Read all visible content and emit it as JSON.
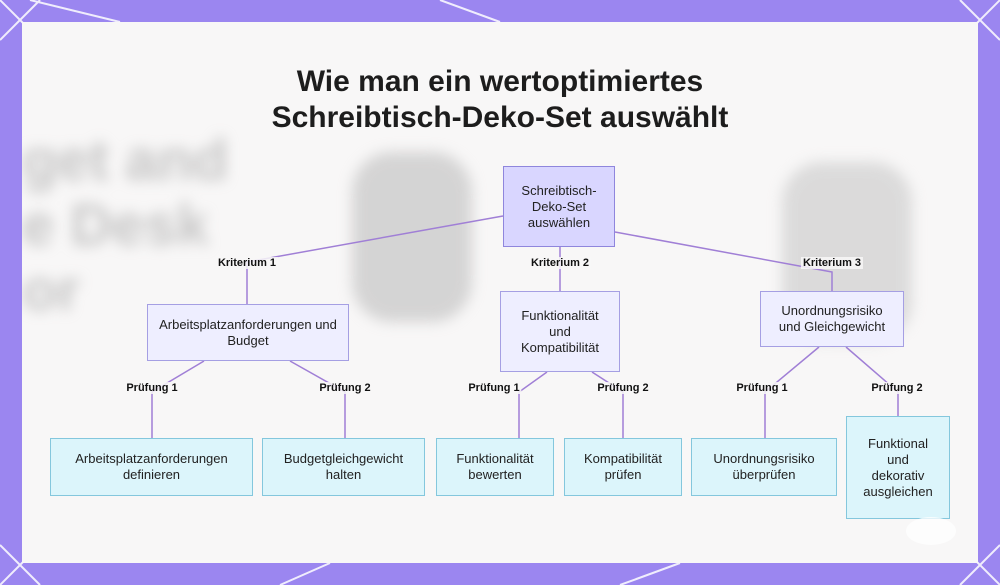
{
  "title": {
    "line1": "Wie man ein wertoptimiertes",
    "line2": "Schreibtisch-Deko-Set auswählt"
  },
  "colors": {
    "frame": "#9b86f0",
    "root_fill": "#d9d6ff",
    "mid_fill": "#eeeeff",
    "leaf_fill": "#dcf5fb",
    "edge": "#a07fd6"
  },
  "background_text": [
    "get and",
    "e Desk",
    "or"
  ],
  "diagram": {
    "root": "Schreibtisch-Deko-Set auswählen",
    "criteria": [
      {
        "edge_label": "Kriterium 1",
        "label": "Arbeitsplatzanforderungen und Budget",
        "checks": [
          {
            "edge_label": "Prüfung 1",
            "label": "Arbeitsplatzanforderungen definieren"
          },
          {
            "edge_label": "Prüfung 2",
            "label": "Budgetgleichgewicht halten"
          }
        ]
      },
      {
        "edge_label": "Kriterium 2",
        "label": "Funktionalität und Kompatibilität",
        "checks": [
          {
            "edge_label": "Prüfung 1",
            "label": "Funktionalität bewerten"
          },
          {
            "edge_label": "Prüfung 2",
            "label": "Kompatibilität prüfen"
          }
        ]
      },
      {
        "edge_label": "Kriterium 3",
        "label": "Unordnungsrisiko und Gleichgewicht",
        "checks": [
          {
            "edge_label": "Prüfung 1",
            "label": "Unordnungsrisiko überprüfen"
          },
          {
            "edge_label": "Prüfung 2",
            "label": "Funktional und dekorativ ausgleichen"
          }
        ]
      }
    ]
  }
}
